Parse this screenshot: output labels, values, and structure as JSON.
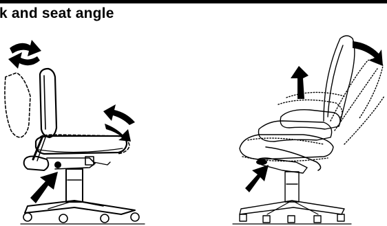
{
  "heading": "k and seat angle",
  "illustrations": [
    {
      "name": "chair-left",
      "icons": [
        "backrest-tilt-arrows-icon",
        "seat-tilt-arrows-icon",
        "adjust-lever-pointer-icon"
      ]
    },
    {
      "name": "chair-right",
      "icons": [
        "recline-arrow-icon",
        "backrest-arrow-icon",
        "lever-pointer-icon"
      ]
    }
  ],
  "colors": {
    "ink": "#000000",
    "background": "#ffffff"
  }
}
